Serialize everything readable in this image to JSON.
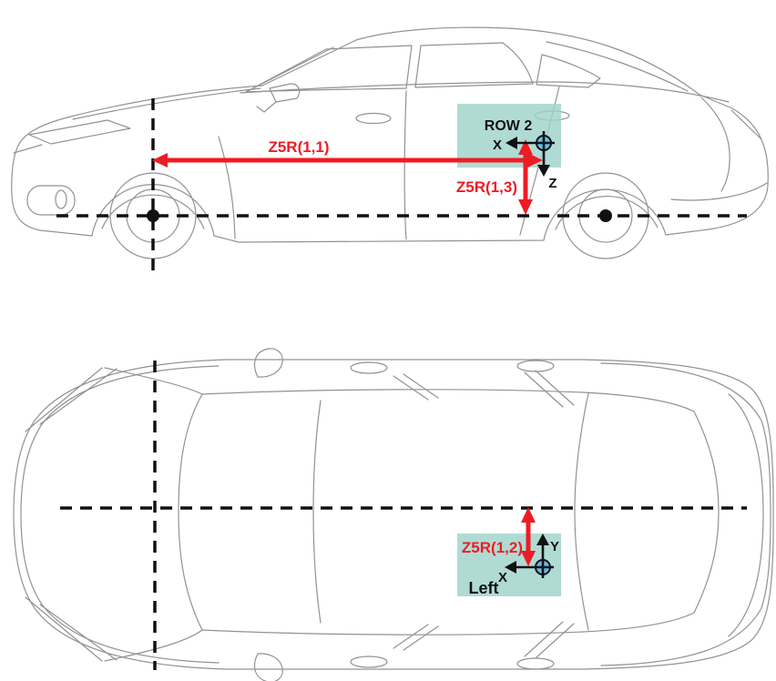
{
  "colors": {
    "background": "#ffffff",
    "car_line": "#929292",
    "annotation_black": "#111111",
    "dimension_red": "#ed1c24",
    "highlight_teal": "#9fd3cb",
    "origin_fill": "#63bce5"
  },
  "side_view": {
    "seat_zone_label": "ROW 2",
    "axis_x_label": "X",
    "axis_z_label": "Z",
    "dim_longitudinal_label": "Z5R(1,1)",
    "dim_vertical_label": "Z5R(1,3)"
  },
  "top_view": {
    "dim_lateral_label": "Z5R(1,2)",
    "axis_x_label": "X",
    "axis_y_label": "Y",
    "vehicle_side_label": "Left"
  }
}
